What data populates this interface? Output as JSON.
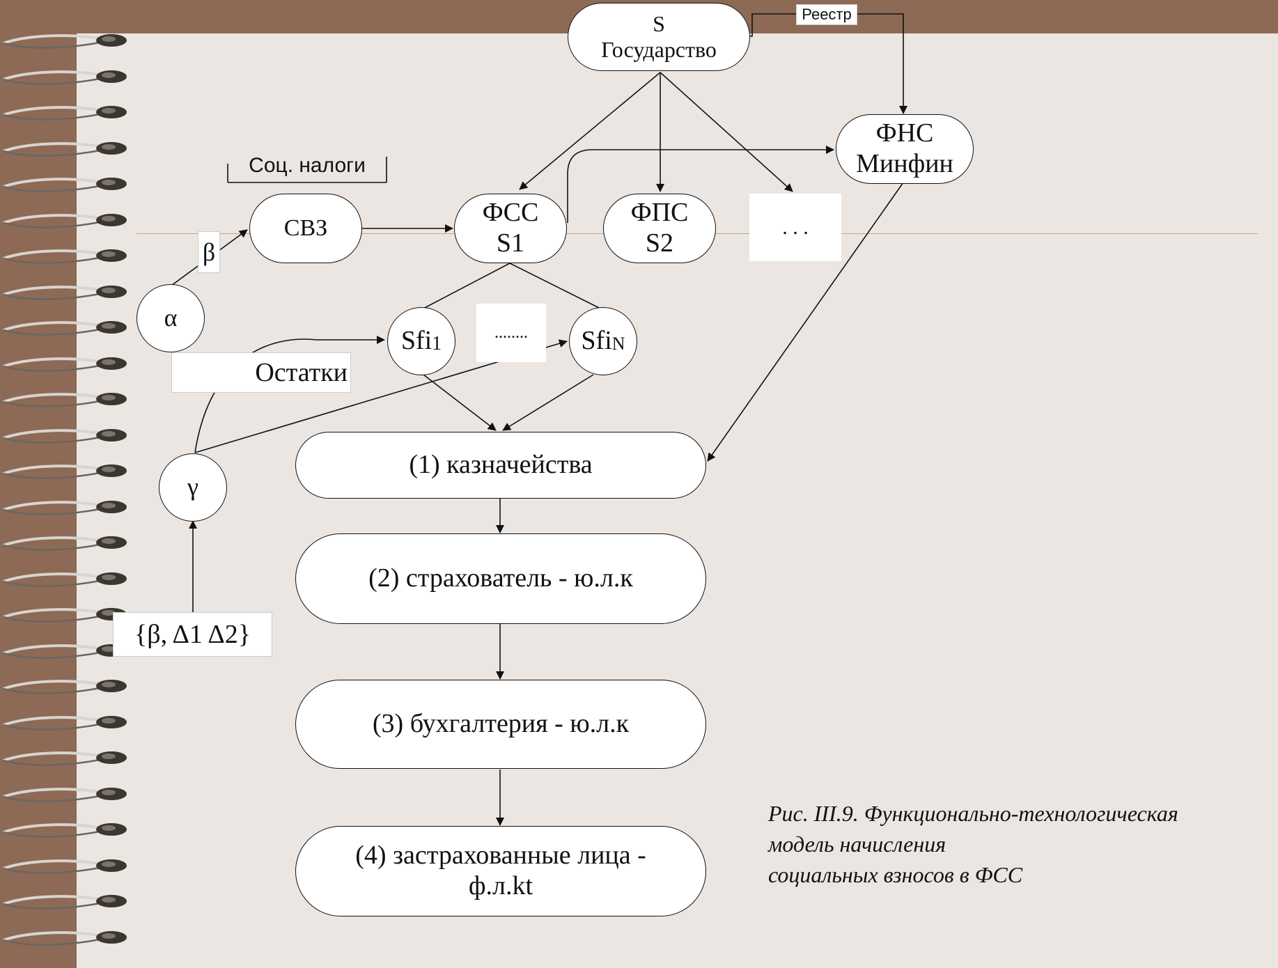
{
  "diagram": {
    "state": {
      "line1": "S",
      "line2": "Государство"
    },
    "registry_label": "Реестр",
    "fns": {
      "line1": "ФНС",
      "line2": "Минфин"
    },
    "soc_taxes_label": "Соц. налоги",
    "svz": "СВЗ",
    "fss": {
      "line1": "ФСС",
      "line2": "S1"
    },
    "fps": {
      "line1": "ФПС",
      "line2": "S2"
    },
    "more_funds": ". . .",
    "alpha": "α",
    "beta": "β",
    "gamma": "γ",
    "sfi_1": {
      "base": "Sfi",
      "sub": "1"
    },
    "sfi_dots": "........",
    "sfi_n": {
      "base": "Sfi",
      "sub": "N"
    },
    "remainders": "Остатки",
    "params": "{β, Δ1 Δ2}",
    "treasury": "(1) казначейства",
    "insurer": "(2) страхователь - ю.л.к",
    "accounting": "(3) бухгалтерия - ю.л.к",
    "insured": {
      "line1": "(4) застрахованные лица -",
      "line2": "ф.л.kt"
    }
  },
  "caption": {
    "line1": "Рис. III.9. Функционально-технологическая",
    "line2": "модель начисления",
    "line3": "социальных взносов в ФСС"
  }
}
